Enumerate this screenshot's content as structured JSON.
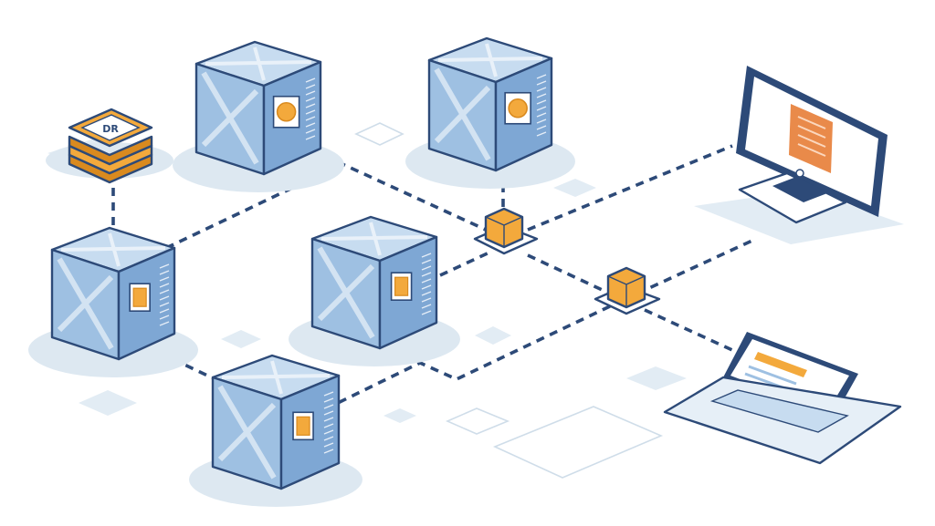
{
  "diagram": {
    "logo_text": "DR",
    "colors": {
      "outline": "#2d4a78",
      "box_front": "#9ec0e2",
      "box_side": "#7ea7d4",
      "box_top": "#c7dcf0",
      "accent": "#f3a93c",
      "accent_dark": "#d98a1f",
      "shadow": "#dde8f1"
    },
    "nodes": [
      {
        "name": "server-block-top-left",
        "icon": "coin-icon"
      },
      {
        "name": "server-block-top-center",
        "icon": "coin-icon"
      },
      {
        "name": "server-block-middle-left",
        "icon": "chip-icon"
      },
      {
        "name": "server-block-center",
        "icon": "chip-icon"
      },
      {
        "name": "server-block-bottom",
        "icon": "chip-icon"
      },
      {
        "name": "hub-cube-upper",
        "icon": "cube-icon"
      },
      {
        "name": "hub-cube-lower",
        "icon": "cube-icon"
      },
      {
        "name": "database-stack",
        "icon": "stack-icon"
      },
      {
        "name": "desktop-monitor",
        "icon": "document-icon"
      },
      {
        "name": "laptop",
        "icon": "keyboard-icon"
      }
    ]
  }
}
